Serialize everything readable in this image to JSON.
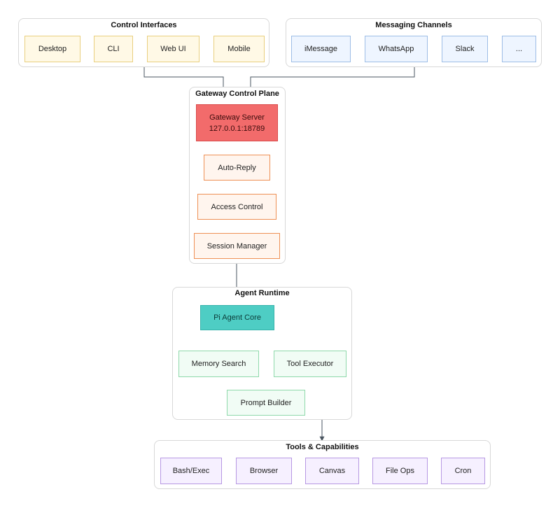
{
  "control_interfaces": {
    "title": "Control Interfaces",
    "items": [
      "Desktop",
      "CLI",
      "Web UI",
      "Mobile"
    ]
  },
  "messaging_channels": {
    "title": "Messaging Channels",
    "items": [
      "iMessage",
      "WhatsApp",
      "Slack",
      "..."
    ]
  },
  "gateway": {
    "title": "Gateway Control Plane",
    "server_line1": "Gateway Server",
    "server_line2": "127.0.0.1:18789",
    "auto_reply": "Auto-Reply",
    "access_control": "Access Control",
    "session_manager": "Session Manager"
  },
  "agent_runtime": {
    "title": "Agent Runtime",
    "core": "Pi Agent Core",
    "memory_search": "Memory Search",
    "tool_executor": "Tool Executor",
    "prompt_builder": "Prompt Builder"
  },
  "tools": {
    "title": "Tools & Capabilities",
    "items": [
      "Bash/Exec",
      "Browser",
      "Canvas",
      "File Ops",
      "Cron"
    ]
  },
  "colors": {
    "interfaces": "#fff9e6",
    "channels": "#eef5ff",
    "gateway_server": "#f26b6b",
    "gateway_steps": "#ee9055",
    "agent_core": "#4ecdc4",
    "agent_steps": "#8fd9ab",
    "tools": "#b798e3",
    "edge": "#4a5560"
  }
}
